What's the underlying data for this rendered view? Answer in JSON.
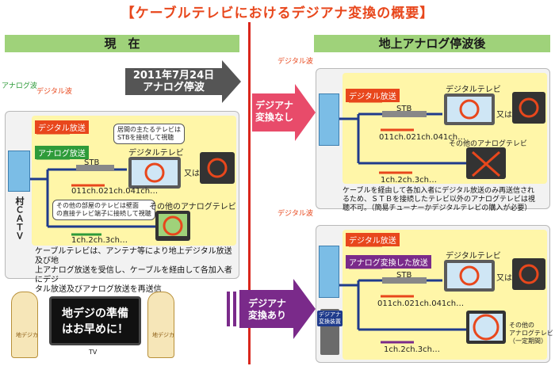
{
  "title": "【ケーブルテレビにおけるデジアナ変換の概要】",
  "left": {
    "header": "現　在",
    "date_banner": [
      "2011年7月24日",
      "アナログ停波"
    ],
    "wave_analog": "アナログ波",
    "wave_digital": "デジタル波",
    "station": "村ＣＡＴＶ",
    "tag_digital": "デジタル放送",
    "tag_analog": "アナログ放送",
    "stb": "STB",
    "callout_main": [
      "居間の主たるテレビは",
      "STBを接続して視聴"
    ],
    "callout_other": [
      "その他の部屋のテレビは壁面",
      "の直接テレビ端子に接続して視聴"
    ],
    "digital_tv": "デジタルテレビ",
    "mata_wa": "又は",
    "channels_digital": "011ch.021ch.041ch…",
    "other_tv": "その他のアナログテレビ",
    "channels_analog": "1ch.2ch.3ch…",
    "note": [
      "ケーブルテレビは、アンテナ等により地上デジタル放送及び地",
      "上アナログ放送を受信し、ケーブルを経由して各加入者にデジ",
      "タル放送及びアナログ放送を再送信"
    ],
    "ad_text": [
      "地デジの準備",
      "はお早めに！"
    ],
    "ad_tv_label": "TV",
    "mascot_label": "地デジカ"
  },
  "middle": {
    "no_conversion": [
      "デジアナ",
      "変換なし"
    ],
    "with_conversion": [
      "デジアナ",
      "変換あり"
    ]
  },
  "right": {
    "header": "地上アナログ停波後",
    "top": {
      "wave_digital": "デジタル波",
      "tag_digital": "デジタル放送",
      "stb": "STB",
      "digital_tv": "デジタルテレビ",
      "mata_wa": "又は",
      "channels_digital": "011ch.021ch.041ch…",
      "other_tv": "その他のアナログテレビ",
      "channels_analog": "1ch.2ch.3ch…",
      "note": [
        "ケーブルを経由して各加入者にデジタル放送のみ再送信され",
        "るため、ＳＴＢを接続したテレビ以外のアナログテレビは視",
        "聴不可。（簡易チューナーかデジタルテレビの購入が必要）"
      ]
    },
    "bottom": {
      "wave_digital": "デジタル波",
      "tag_digital": "デジタル放送",
      "tag_converted": "アナログ変換した放送",
      "stb": "STB",
      "digital_tv": "デジタルテレビ",
      "mata_wa": "又は",
      "channels_digital": "011ch.021ch.041ch…",
      "converter": [
        "デジアナ",
        "変換装置"
      ],
      "other_tv": [
        "その他の",
        "アナログテレビ",
        "（一定期間）"
      ],
      "channels_analog": "1ch.2ch.3ch…"
    }
  },
  "colors": {
    "accent": "#e8471c",
    "green": "#2e9b3a",
    "purple": "#7a2a8a",
    "navy": "#1f3b8c",
    "header_green": "#9fd27a"
  }
}
